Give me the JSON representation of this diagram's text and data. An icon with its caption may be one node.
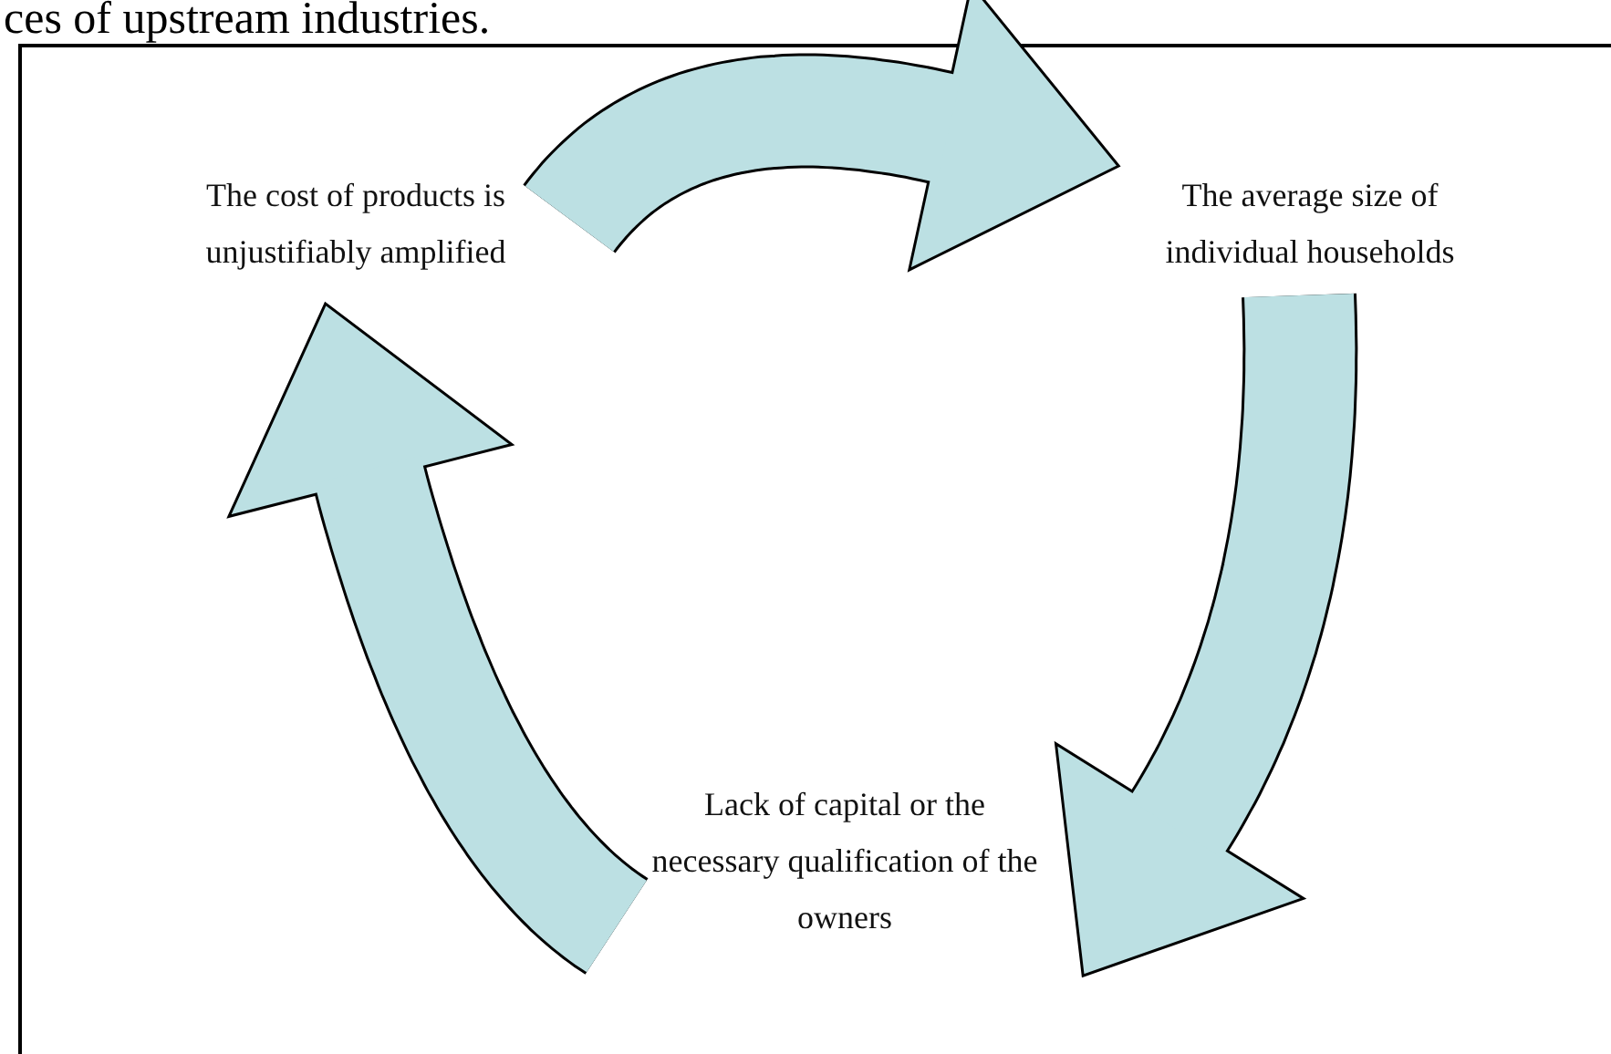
{
  "diagram": {
    "nodes": [
      {
        "text": [
          "The cost of products is unjustifiably amplified"
        ]
      },
      {
        "text": [
          "The average size of individual households"
        ]
      },
      {
        "text": [
          "Lack of capital or the necessary qualification of the owners"
        ]
      }
    ],
    "edges": [
      {
        "from": 0,
        "to": 1,
        "arrow": "to"
      },
      {
        "from": 1,
        "to": 2,
        "arrow": "to"
      },
      {
        "from": 2,
        "to": 0,
        "arrow": "to"
      }
    ],
    "labels": [
      "ces of upstream industries."
    ]
  }
}
